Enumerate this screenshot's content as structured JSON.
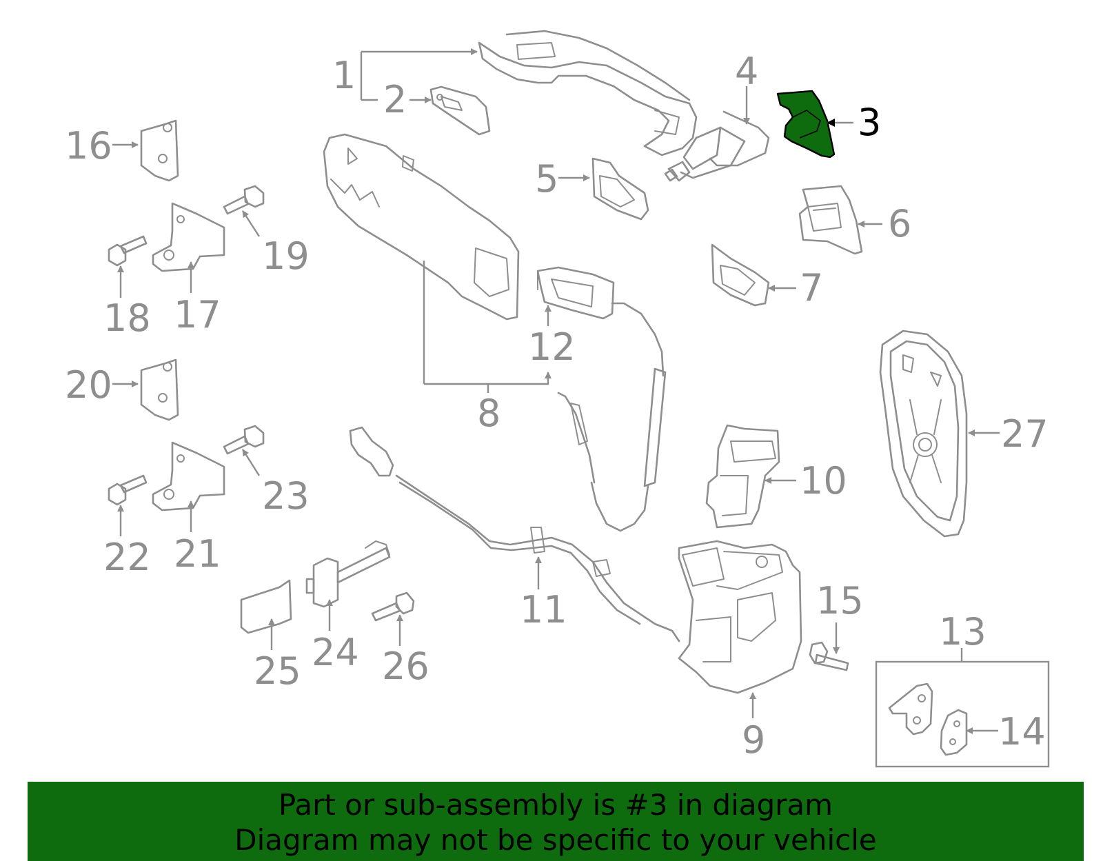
{
  "highlight_color": "#0e6b0e",
  "callouts": {
    "n1": "1",
    "n2": "2",
    "n3": "3",
    "n4": "4",
    "n5": "5",
    "n6": "6",
    "n7": "7",
    "n8": "8",
    "n9": "9",
    "n10": "10",
    "n11": "11",
    "n12": "12",
    "n13": "13",
    "n14": "14",
    "n15": "15",
    "n16": "16",
    "n17": "17",
    "n18": "18",
    "n19": "19",
    "n20": "20",
    "n21": "21",
    "n22": "22",
    "n23": "23",
    "n24": "24",
    "n25": "25",
    "n26": "26",
    "n27": "27"
  },
  "highlighted_part": "3",
  "banner": {
    "line1": "Part or sub-assembly is #3 in diagram",
    "line2": "Diagram may not be specific to your vehicle"
  }
}
